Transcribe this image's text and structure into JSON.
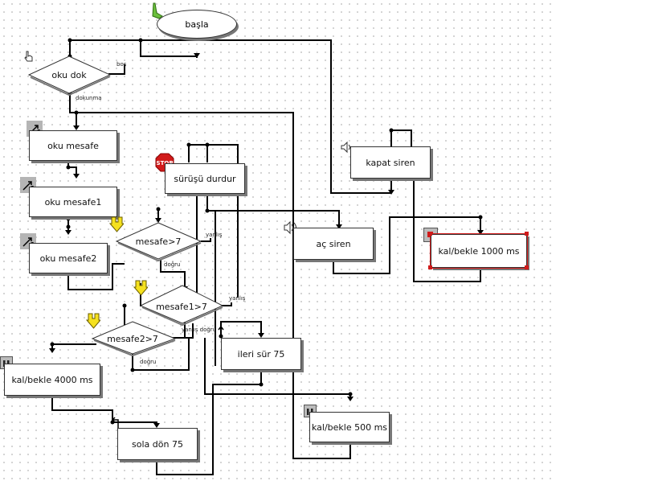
{
  "flow": {
    "start": "başla",
    "read_touch": "oku dok",
    "read_distance": "oku mesafe",
    "read_distance1": "oku mesafe1",
    "read_distance2": "oku mesafe2",
    "stop_driving": "sürüşü durdur",
    "close_siren": "kapat siren",
    "open_siren": "aç siren",
    "wait_1000": "kal/bekle 1000 ms",
    "cond1": "mesafe>7",
    "cond2": "mesafe1>7",
    "cond3": "mesafe2>7",
    "wait_4000": "kal/bekle 4000 ms",
    "drive_forward": "ileri sür 75",
    "turn_left": "sola dön 75",
    "wait_500": "kal/bekle 500 ms",
    "stop_icon_text": "STOP"
  },
  "branches": {
    "bos": "boş",
    "dokunma": "dokunma",
    "yanlis": "yanlış",
    "dogru": "doğru",
    "yanlis_dogru": "yanlış doğru"
  },
  "colors": {
    "wire": "#000000",
    "arrow_yellow": "#f5e11e",
    "stop_red": "#d11a1a",
    "green_flag": "#6cbf3c"
  }
}
